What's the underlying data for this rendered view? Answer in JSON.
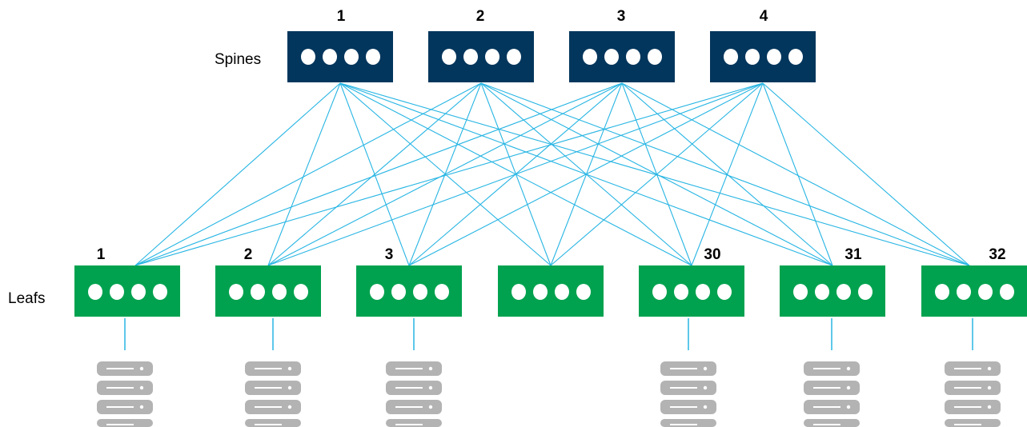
{
  "tiers": {
    "spines_label": "Spines",
    "leafs_label": "Leafs"
  },
  "colors": {
    "spine": "#03365c",
    "leaf": "#00a24f",
    "link": "#27b5e3",
    "port": "#ffffff",
    "server": "#b3b3b3",
    "text": "#000000"
  },
  "spines": [
    {
      "number": "1"
    },
    {
      "number": "2"
    },
    {
      "number": "3"
    },
    {
      "number": "4"
    }
  ],
  "leafs": [
    {
      "number": "1",
      "has_server": true
    },
    {
      "number": "2",
      "has_server": true
    },
    {
      "number": "3",
      "has_server": true
    },
    {
      "number": "",
      "has_server": false
    },
    {
      "number": "30",
      "has_server": true
    },
    {
      "number": "31",
      "has_server": true
    },
    {
      "number": "32",
      "has_server": true
    }
  ],
  "ports_per_switch": 4,
  "icons": {
    "server": "server-stack-icon",
    "port": "port-icon"
  }
}
